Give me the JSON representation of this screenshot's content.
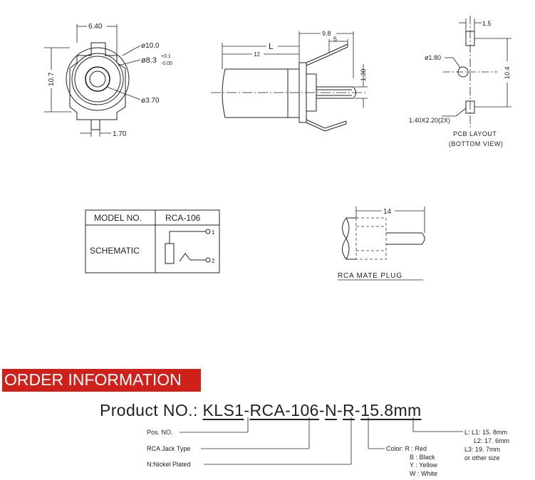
{
  "front_view": {
    "width_dim": "6.40",
    "height_dim": "10.7",
    "pin_dim": "1.70",
    "dia_outer": "ø10.0",
    "dia_mid": "ø8.3",
    "dia_mid_tol_plus": "+0.1",
    "dia_mid_tol_minus": "-0.05",
    "dia_inner": "ø3.70"
  },
  "side_view": {
    "dim_total": "9.8",
    "dim_L": "L",
    "dim_12": "12",
    "dim_5": "5",
    "dim_pin": "1.30"
  },
  "pcb_layout": {
    "dim_pad": "1.5",
    "dim_hole": "ø1.80",
    "dim_span": "10.4",
    "dim_slot": "1.40X2.20(2X)",
    "caption_line1": "PCB LAYOUT",
    "caption_line2": "(BOTTOM VIEW)"
  },
  "schematic_table": {
    "col1_header": "MODEL NO.",
    "col2_header": "RCA-106",
    "row_label": "SCHEMATIC",
    "pin1": "1",
    "pin2": "2"
  },
  "mate_plug": {
    "dim": "14",
    "caption": "RCA MATE PLUG"
  },
  "order": {
    "banner": "ORDER INFORMATION",
    "product_prefix": "Product NO.: ",
    "code_parts": {
      "series": "KLS1",
      "sep1": "-",
      "type": "RCA-106",
      "sep2": "-",
      "plating": "N",
      "sep3": "-",
      "color": "R",
      "sep4": "-",
      "length": "15.8mm"
    },
    "legend": {
      "pos_no": "Pos. NO.",
      "jack_type": "RCA  Jack Type",
      "plating": "N:Nickel Plated",
      "color_label": "Color: R : Red",
      "color_b": "B : Black",
      "color_y": "Y : Yellow",
      "color_w": "W : White",
      "len_l1": "L: L1: 15. 8mm",
      "len_l2": "L2: 17. 6mm",
      "len_l3": "L3: 19. 7mm",
      "len_other": "or  other  size"
    }
  }
}
